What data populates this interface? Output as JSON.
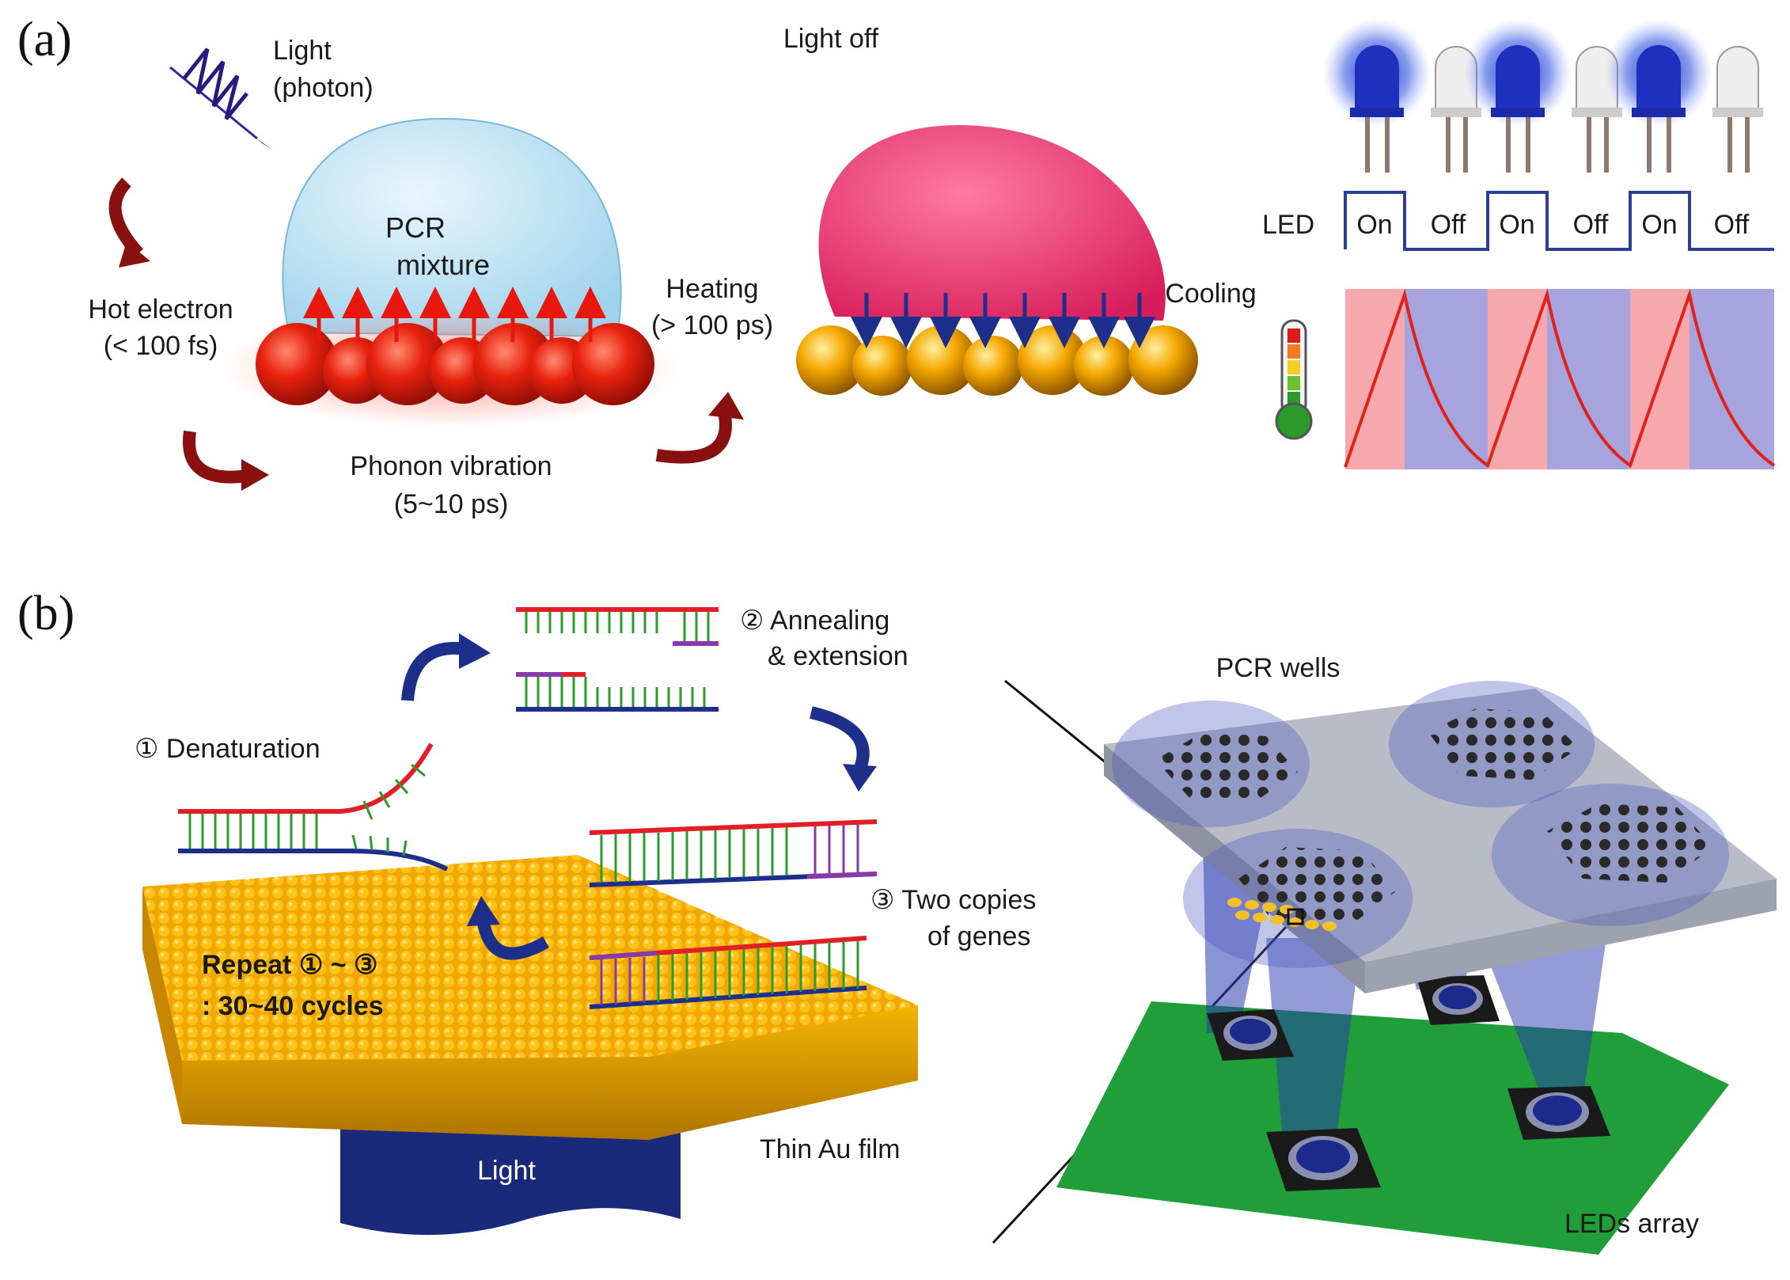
{
  "panel_a": {
    "label": "(a)",
    "light_photon": [
      "Light",
      "(photon)"
    ],
    "pcr_mixture": [
      "PCR",
      "mixture"
    ],
    "hot_electron": [
      "Hot electron",
      "(< 100 fs)"
    ],
    "heating": [
      "Heating",
      "(> 100 ps)"
    ],
    "phonon": [
      "Phonon vibration",
      "(5~10 ps)"
    ],
    "light_off": "Light off",
    "cooling": "Cooling",
    "led": "LED",
    "led_states": [
      "On",
      "Off",
      "On",
      "Off",
      "On",
      "Off"
    ]
  },
  "panel_b": {
    "label": "(b)",
    "annealing": [
      "② Annealing",
      "& extension"
    ],
    "denaturation": "① Denaturation",
    "two_copies": [
      "③ Two copies",
      "of genes"
    ],
    "repeat": [
      "Repeat ① ~ ③",
      ": 30~40 cycles"
    ],
    "light": "Light",
    "thin_au_film": "Thin Au film",
    "pcr_wells": "PCR wells",
    "leds_array": "LEDs array"
  },
  "colors": {
    "droplet_hot": "#c7e6f5",
    "droplet_cool": "#f0326e",
    "gold": "#f5a800",
    "red_particle": "#e8210e",
    "led_blue": "#2a46c8",
    "signal_line": "#2b3f9a",
    "temperature_line": "#e0221a",
    "heat_band": "#f7a8ac",
    "cool_band": "#a7a3dc",
    "dna_red": "#e21e26",
    "dna_green": "#2c9a2c",
    "dna_navy": "#1d2f8a",
    "dna_purple": "#8a3aa8",
    "pcb_green": "#1f9e3a"
  }
}
